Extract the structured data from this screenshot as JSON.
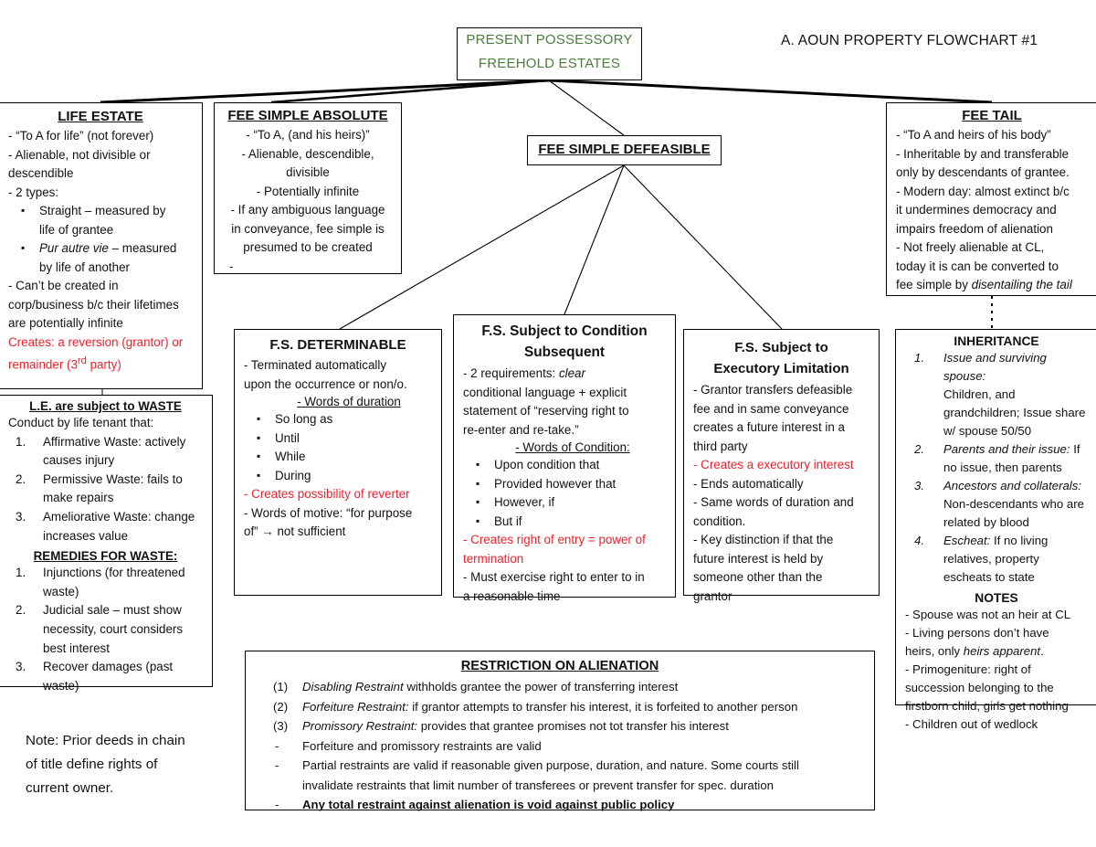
{
  "header": {
    "doc_heading": "A.   AOUN PROPERTY FLOWCHART #1",
    "title_line1": "PRESENT POSSESSORY",
    "title_line2": "FREEHOLD ESTATES",
    "title_color": "#4C7C3E",
    "accent_red": "#E8222C"
  },
  "life_estate": {
    "title": "LIFE ESTATE",
    "l1": "- “To A for life” (not forever)",
    "l2": "- Alienable, not divisible or",
    "l3": "descendible",
    "l4": "- 2 types:",
    "b1a": "Straight – measured by",
    "b1b": "life of grantee",
    "b2a": "Pur autre vie",
    "b2a_rest": " – measured",
    "b2b": "by life of another",
    "l5": "- Can’t be created in",
    "l6": "corp/business b/c their lifetimes",
    "l7": "are potentially infinite",
    "red1": "Creates: a reversion (grantor) or",
    "red2a": "remainder (3",
    "red2sup": "rd",
    "red2b": " party)"
  },
  "waste": {
    "title": "L.E. are subject to WASTE",
    "intro": "Conduct by life tenant that:",
    "items": [
      {
        "num": "1.",
        "l1": "Affirmative Waste: actively",
        "l2": "causes injury"
      },
      {
        "num": "2.",
        "l1": "Permissive Waste: fails to",
        "l2": "make repairs"
      },
      {
        "num": "3.",
        "l1": "Ameliorative Waste: change",
        "l2": "increases value"
      }
    ],
    "remedies_title": "REMEDIES FOR WASTE:",
    "remedies": [
      {
        "num": "1.",
        "l1": "Injunctions (for threatened",
        "l2": "waste)"
      },
      {
        "num": "2.",
        "l1": "Judicial sale – must show",
        "l2": "necessity, court considers",
        "l3": "best interest"
      },
      {
        "num": "3.",
        "l1": "Recover damages (past",
        "l2": "waste)"
      }
    ]
  },
  "chain_note": {
    "l1": "Note: Prior deeds in chain",
    "l2": "of title define rights of",
    "l3": "current owner."
  },
  "fee_simple_absolute": {
    "title": "FEE SIMPLE ABSOLUTE",
    "l1": "- “To A, (and his heirs)”",
    "l2": "- Alienable, descendible,",
    "l3": "divisible",
    "l4": "- Potentially infinite",
    "l5": "- If any ambiguous language",
    "l6": "in conveyance, fee simple is",
    "l7": "presumed to be created",
    "l8": "-"
  },
  "fee_simple_defeasible": {
    "title": "FEE SIMPLE DEFEASIBLE"
  },
  "fs_determinable": {
    "title": "F.S. DETERMINABLE",
    "l1": "- Terminated automatically",
    "l2": "upon the occurrence or non/o.",
    "sub_title": "- Words of duration",
    "bullets": [
      "So long as",
      "Until",
      "While",
      "During"
    ],
    "red": "- Creates possibility of reverter",
    "l3": "- Words of motive: “for purpose",
    "l4": "of” → not sufficient"
  },
  "fs_condition_subsequent": {
    "title_l1": "F.S. Subject to Condition",
    "title_l2": "Subsequent",
    "l1a": "- 2 requirements: ",
    "l1b": "clear",
    "l2": "conditional language + explicit",
    "l3": "statement of “reserving right to",
    "l4": "re-enter and re-take.”",
    "sub_title": "- Words of Condition:",
    "bullets": [
      "Upon condition that",
      "Provided however that",
      "However, if",
      "But if"
    ],
    "red1": "- Creates right of entry = power of",
    "red2": "termination",
    "l5": "- Must exercise right to enter to in",
    "l6": "a reasonable time"
  },
  "fs_executory_limitation": {
    "title_l1": "F.S. Subject to",
    "title_l2": "Executory Limitation",
    "l1": "- Grantor transfers defeasible",
    "l2": "fee and in same conveyance",
    "l3": "creates a future interest in a",
    "l4": "third party",
    "red": "- Creates a executory interest",
    "l5": "- Ends automatically",
    "l6": "- Same words of duration and",
    "l7": "condition.",
    "l8": "- Key distinction if that the",
    "l9": "future interest is held by",
    "l10": "someone other than the",
    "l11": "grantor"
  },
  "fee_tail": {
    "title": "FEE TAIL",
    "l1": "- “To A and heirs of his body”",
    "l2": "- Inheritable by and transferable",
    "l3": "only by descendants of grantee.",
    "l4": "- Modern day: almost extinct b/c",
    "l5": "it undermines democracy and",
    "l6": "impairs freedom of alienation",
    "l7": "- Not freely alienable at CL,",
    "l8": "today it is can be converted to",
    "l9a": "fee simple by ",
    "l9b": "disentailing the tail"
  },
  "inheritance": {
    "title": "INHERITANCE",
    "items": [
      {
        "num": "1.",
        "term": "Issue and surviving spouse:",
        "l1": "Children, and",
        "l2": "grandchildren; Issue share",
        "l3": "w/ spouse 50/50"
      },
      {
        "num": "2.",
        "term": "Parents and their issue:",
        "rest": " If",
        "l1": "no issue, then parents"
      },
      {
        "num": "3.",
        "term": "Ancestors and collaterals:",
        "l1": "Non-descendants who are",
        "l2": "related by blood"
      },
      {
        "num": "4.",
        "term": "Escheat:",
        "rest": " If no living",
        "l1": "relatives, property",
        "l2": "escheats to state"
      }
    ],
    "notes_title": "NOTES",
    "n1": "- Spouse was not an heir at CL",
    "n2": "- Living persons don’t have",
    "n3a": "heirs, only ",
    "n3b": "heirs apparent",
    "n3c": ".",
    "n4": "- Primogeniture: right of",
    "n5": "succession belonging to the",
    "n6": "firstborn child, girls get nothing",
    "n7": "- Children out of wedlock"
  },
  "restriction": {
    "title": "RESTRICTION ON ALIENATION",
    "numbered": [
      {
        "num": "(1)",
        "term": "Disabling Restraint",
        "rest": " withholds grantee the power of transferring interest"
      },
      {
        "num": "(2)",
        "term": "Forfeiture Restraint:",
        "rest": " if grantor attempts to transfer his interest, it is forfeited to another person"
      },
      {
        "num": "(3)",
        "term": "Promissory Restraint:",
        "rest": " provides that grantee promises not tot transfer his interest"
      }
    ],
    "dashed": [
      {
        "num": "-",
        "l1": "Forfeiture and promissory restraints are valid"
      },
      {
        "num": "-",
        "l1": "Partial restraints are valid if reasonable given purpose, duration, and nature. Some courts still",
        "l2": "invalidate restraints that limit number of transferees or prevent transfer for spec. duration"
      },
      {
        "num": "-",
        "l1": "Any total restraint against alienation is void against public policy",
        "bold": true
      }
    ]
  }
}
